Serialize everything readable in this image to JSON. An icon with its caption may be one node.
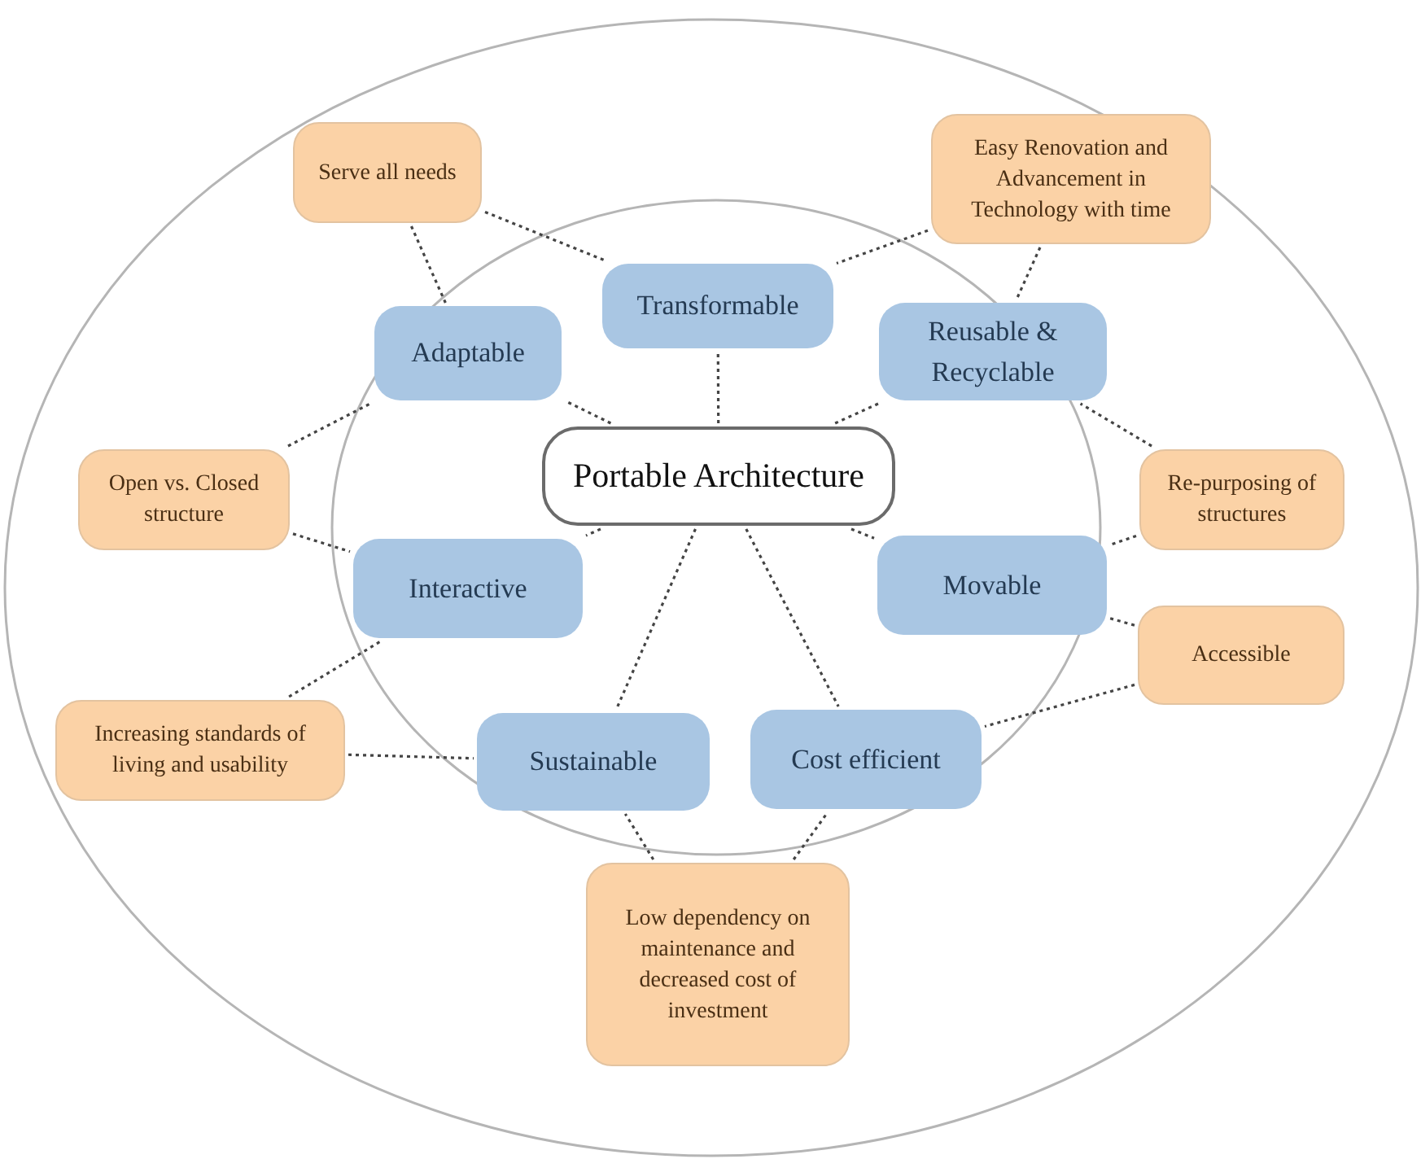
{
  "diagram": {
    "nodes": [
      {
        "text": [
          "Portable Architecture"
        ]
      },
      {
        "text": [
          "Transformable"
        ]
      },
      {
        "text": [
          "Adaptable"
        ]
      },
      {
        "text": [
          "Reusable & Recyclable"
        ]
      },
      {
        "text": [
          "Interactive"
        ]
      },
      {
        "text": [
          "Movable"
        ]
      },
      {
        "text": [
          "Sustainable"
        ]
      },
      {
        "text": [
          "Cost efficient"
        ]
      },
      {
        "text": [
          "Serve all needs"
        ]
      },
      {
        "text": [
          "Easy Renovation and Advancement in Technology with time"
        ]
      },
      {
        "text": [
          "Open vs. Closed structure"
        ]
      },
      {
        "text": [
          "Re-purposing of structures"
        ]
      },
      {
        "text": [
          "Increasing standards of living and usability"
        ]
      },
      {
        "text": [
          "Accessible"
        ]
      },
      {
        "text": [
          "Low dependency on maintenance and decreased cost of investment"
        ]
      }
    ],
    "edges": [
      {
        "from": 0,
        "to": 1,
        "arrow": "none",
        "style": "dashed"
      },
      {
        "from": 0,
        "to": 2,
        "arrow": "none",
        "style": "dashed"
      },
      {
        "from": 0,
        "to": 3,
        "arrow": "none",
        "style": "dashed"
      },
      {
        "from": 0,
        "to": 4,
        "arrow": "none",
        "style": "dashed"
      },
      {
        "from": 0,
        "to": 5,
        "arrow": "none",
        "style": "dashed"
      },
      {
        "from": 0,
        "to": 6,
        "arrow": "none",
        "style": "dashed"
      },
      {
        "from": 0,
        "to": 7,
        "arrow": "none",
        "style": "dashed"
      },
      {
        "from": 8,
        "to": 2,
        "arrow": "none",
        "style": "dashed"
      },
      {
        "from": 8,
        "to": 1,
        "arrow": "none",
        "style": "dashed"
      },
      {
        "from": 9,
        "to": 1,
        "arrow": "none",
        "style": "dashed"
      },
      {
        "from": 9,
        "to": 3,
        "arrow": "none",
        "style": "dashed"
      },
      {
        "from": 10,
        "to": 2,
        "arrow": "none",
        "style": "dashed"
      },
      {
        "from": 10,
        "to": 4,
        "arrow": "none",
        "style": "dashed"
      },
      {
        "from": 11,
        "to": 3,
        "arrow": "none",
        "style": "dashed"
      },
      {
        "from": 11,
        "to": 5,
        "arrow": "none",
        "style": "dashed"
      },
      {
        "from": 13,
        "to": 5,
        "arrow": "none",
        "style": "dashed"
      },
      {
        "from": 13,
        "to": 7,
        "arrow": "none",
        "style": "dashed"
      },
      {
        "from": 12,
        "to": 4,
        "arrow": "none",
        "style": "dashed"
      },
      {
        "from": 12,
        "to": 6,
        "arrow": "none",
        "style": "dashed"
      },
      {
        "from": 14,
        "to": 6,
        "arrow": "none",
        "style": "dashed"
      },
      {
        "from": 14,
        "to": 7,
        "arrow": "none",
        "style": "dashed"
      }
    ]
  }
}
